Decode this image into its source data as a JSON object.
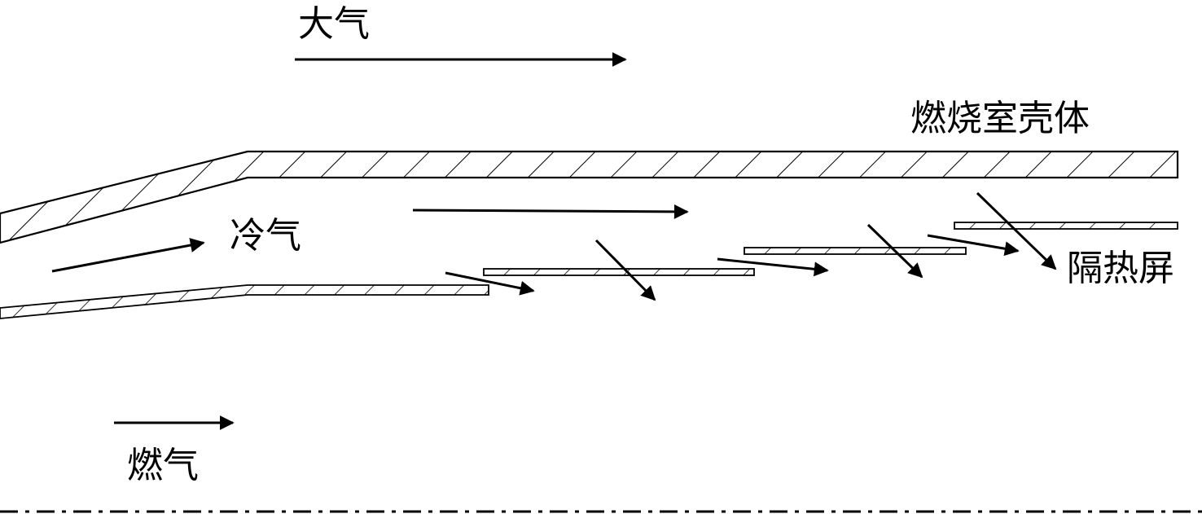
{
  "labels": {
    "atmosphere": "大气",
    "combustor_casing": "燃烧室壳体",
    "cooling_air": "冷气",
    "heat_shield": "隔热屏",
    "combustion_gas": "燃气"
  },
  "colors": {
    "line": "#000000",
    "background": "#ffffff"
  }
}
